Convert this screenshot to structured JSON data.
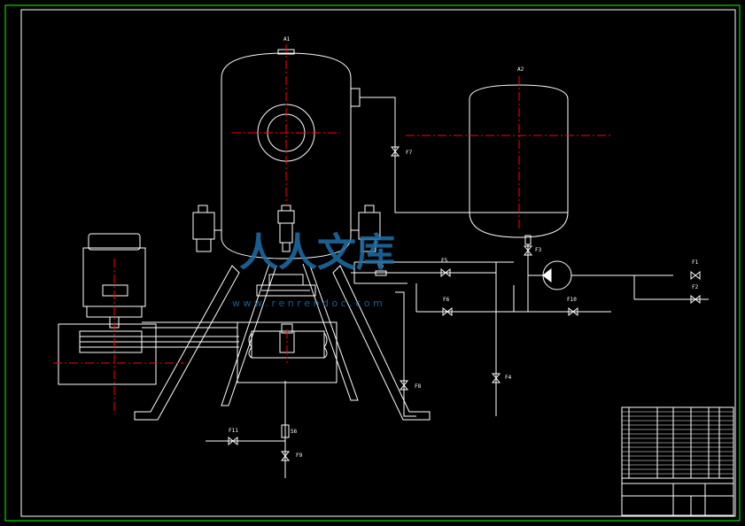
{
  "drawing": {
    "colors": {
      "background": "#000000",
      "line": "#ffffff",
      "centerline": "#ff0000",
      "frame": "#00ff00",
      "watermark": "#1f6fa8"
    },
    "vessels": {
      "main": "A1",
      "secondary": "A2"
    },
    "valves": [
      "F1",
      "F2",
      "F3",
      "F4",
      "F5",
      "F6",
      "F7",
      "F8",
      "F9",
      "F10",
      "F11"
    ],
    "fittings": [
      "S5",
      "S6"
    ],
    "watermark": {
      "logo_text": "人人文库",
      "url": "w w w . r e n r e n d o c . c o m"
    }
  }
}
